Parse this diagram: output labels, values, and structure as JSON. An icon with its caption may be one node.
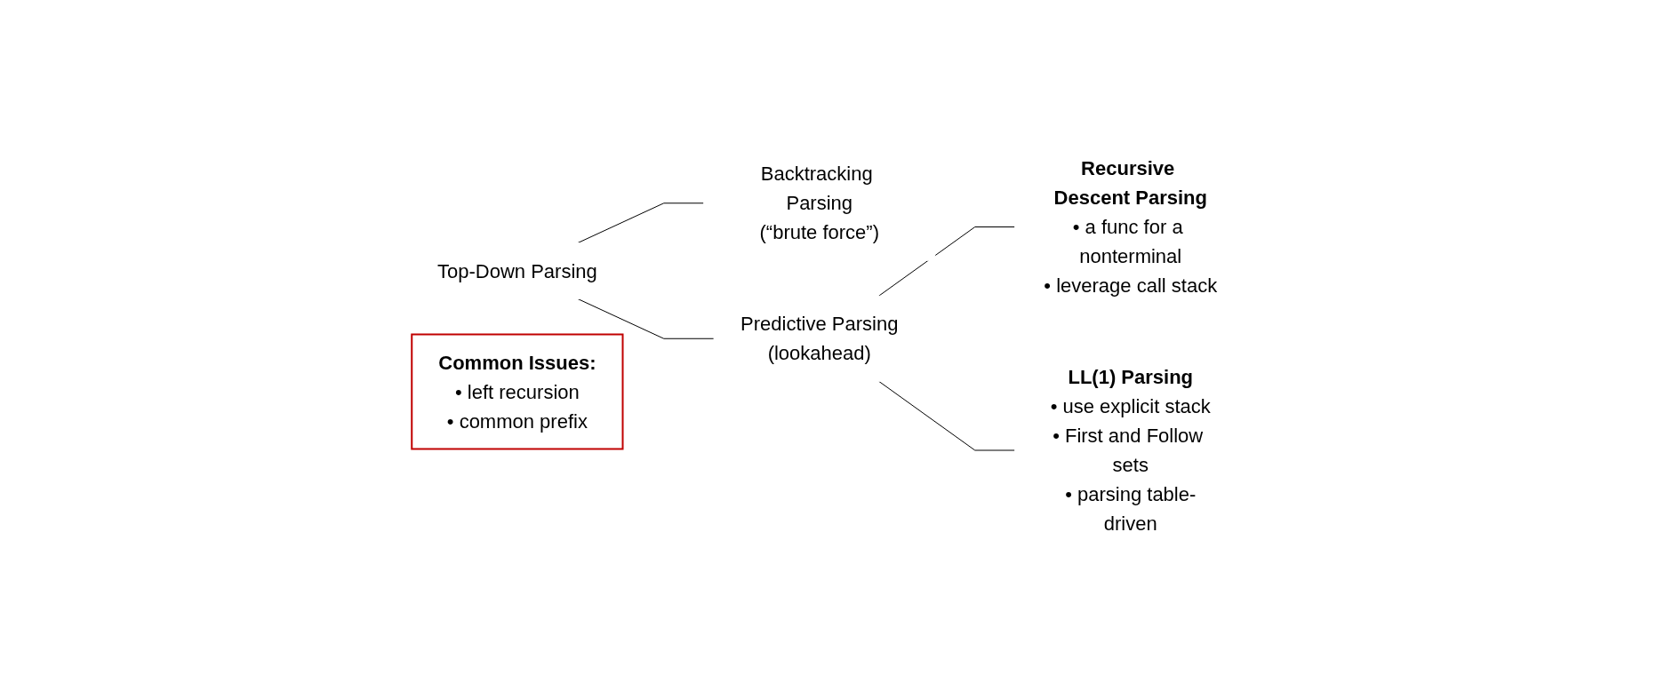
{
  "diagram": {
    "nodes": [
      {
        "text": [
          "Top-Down Parsing"
        ]
      },
      {
        "text": [
          "Backtracking Parsing",
          "(“brute force”)"
        ]
      },
      {
        "text": [
          "Predictive Parsing",
          "(lookahead)"
        ]
      },
      {
        "text": [
          "Recursive Descent Parsing",
          "• a func for a nonterminal",
          "• leverage call stack"
        ]
      },
      {
        "text": [
          "LL(1) Parsing",
          "• use explicit stack",
          "• First and Follow sets",
          "• parsing table-driven"
        ]
      },
      {
        "text": [
          "Common Issues:",
          "• left recursion",
          "• common prefix"
        ]
      }
    ],
    "edges": [
      {
        "from": 0,
        "to": 1,
        "arrow": "none"
      },
      {
        "from": 0,
        "to": 2,
        "arrow": "none"
      },
      {
        "from": 2,
        "to": 3,
        "arrow": "none"
      },
      {
        "from": 2,
        "to": 4,
        "arrow": "none"
      }
    ]
  }
}
